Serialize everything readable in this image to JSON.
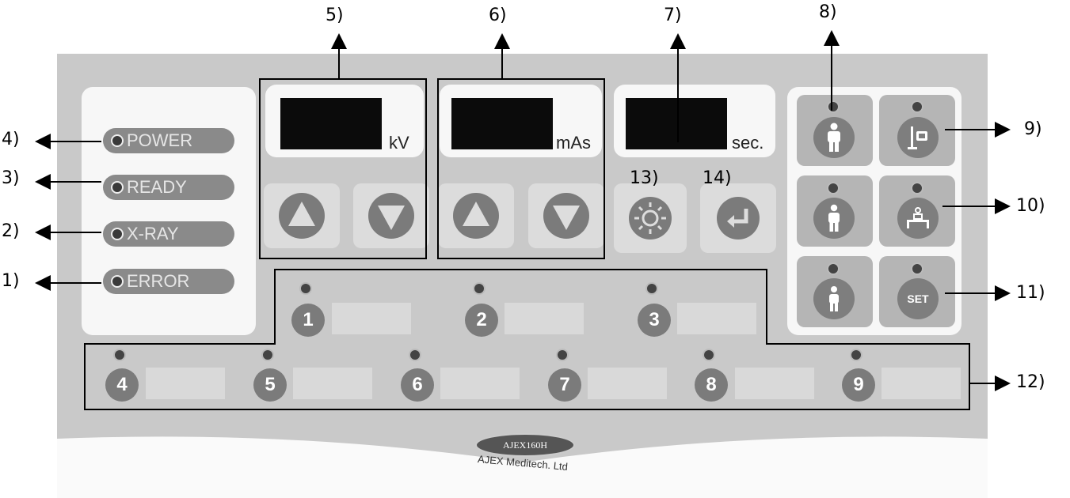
{
  "indicators": [
    {
      "label": "POWER",
      "number": "4)"
    },
    {
      "label": "READY",
      "number": "3)"
    },
    {
      "label": "X-RAY",
      "number": "2)"
    },
    {
      "label": "ERROR",
      "number": "1)"
    }
  ],
  "displays": [
    {
      "unit": "kV",
      "number": "5)"
    },
    {
      "unit": "mAs",
      "number": "6)"
    },
    {
      "unit": "sec.",
      "number": "7)"
    }
  ],
  "function_keys": [
    {
      "number": "13)",
      "icon": "light-icon"
    },
    {
      "number": "14)",
      "icon": "enter-icon"
    }
  ],
  "position_keys": {
    "number_top": "8)",
    "number_right": [
      "9)",
      "10)",
      "11)"
    ],
    "set_label": "SET"
  },
  "memory_keys": {
    "row1": [
      "1",
      "2",
      "3"
    ],
    "row2": [
      "4",
      "5",
      "6",
      "7",
      "8",
      "9"
    ],
    "number": "12)"
  },
  "brand": {
    "model": "AJEX160H",
    "company": "AJEX Meditech. Ltd"
  },
  "colors": {
    "panel": "#c9c9c9",
    "display": "#0b0b0b",
    "button_gray": "#7b7b7b"
  }
}
